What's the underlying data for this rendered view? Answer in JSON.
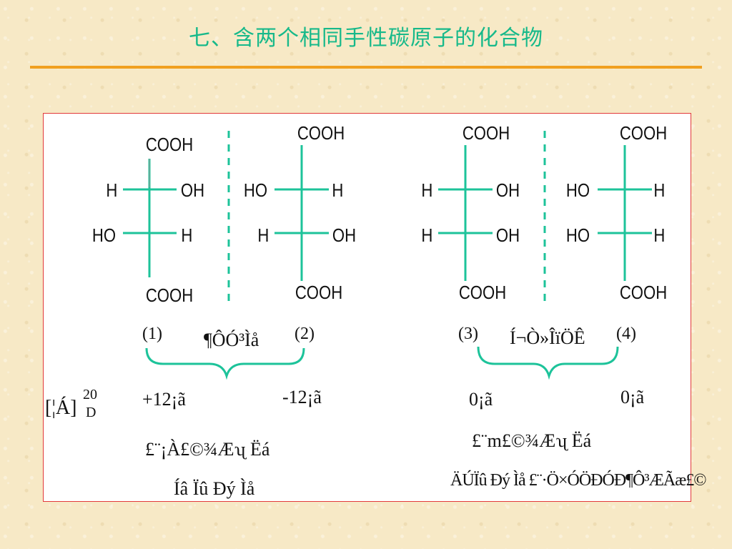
{
  "slide": {
    "title": "七、含两个相同手性碳原子的化合物"
  },
  "molecules": [
    {
      "top": "COOH",
      "r1_left": "H",
      "r1_right": "OH",
      "r2_left": "HO",
      "r2_right": "H",
      "bottom": "COOH",
      "label": "(1)"
    },
    {
      "top": "COOH",
      "r1_left": "HO",
      "r1_right": "H",
      "r2_left": "H",
      "r2_right": "OH",
      "bottom": "COOH",
      "label": "(2)"
    },
    {
      "top": "COOH",
      "r1_left": "H",
      "r1_right": "OH",
      "r2_left": "H",
      "r2_right": "OH",
      "bottom": "COOH",
      "label": "(3)"
    },
    {
      "top": "COOH",
      "r1_left": "HO",
      "r1_right": "H",
      "r2_left": "HO",
      "r2_right": "H",
      "bottom": "COOH",
      "label": "(4)"
    }
  ],
  "pair_labels": {
    "left": "¶ÔÓ³Ìå",
    "right": "Í¬Ò»ÎïÖÊ"
  },
  "rotation": {
    "symbol": "[¦Á]",
    "superscript": "20",
    "subscript": "D",
    "values": [
      "+12¡ã",
      "-12¡ã",
      "0¡ã",
      "0¡ã"
    ]
  },
  "notes": {
    "left_line1": "£¨¡À£©¾Æʯ Ëá",
    "left_line2": "Íâ Ïû Ðý Ìå",
    "right_line1": "£¨m£©¾Æʯ Ëá",
    "right_line2": "ÄÚÏû Ðý Ìå £¨·Ö×ÓÖÐÓÐ¶Ô³ÆÃæ£©"
  },
  "colors": {
    "title": "#17b98a",
    "bond": "#1dc39a",
    "rule": "#f0a020",
    "panel_border": "#e23a3a"
  }
}
